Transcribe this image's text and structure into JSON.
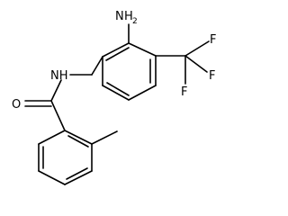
{
  "diagram": {
    "type": "chemical-structure",
    "atom_labels": {
      "amine_n": "N",
      "amine_h": "H",
      "amine_h_count": "2",
      "amide_nh": "NH",
      "carbonyl_o": "O",
      "fluorine_1": "F",
      "fluorine_2": "F",
      "fluorine_3": "F"
    }
  }
}
